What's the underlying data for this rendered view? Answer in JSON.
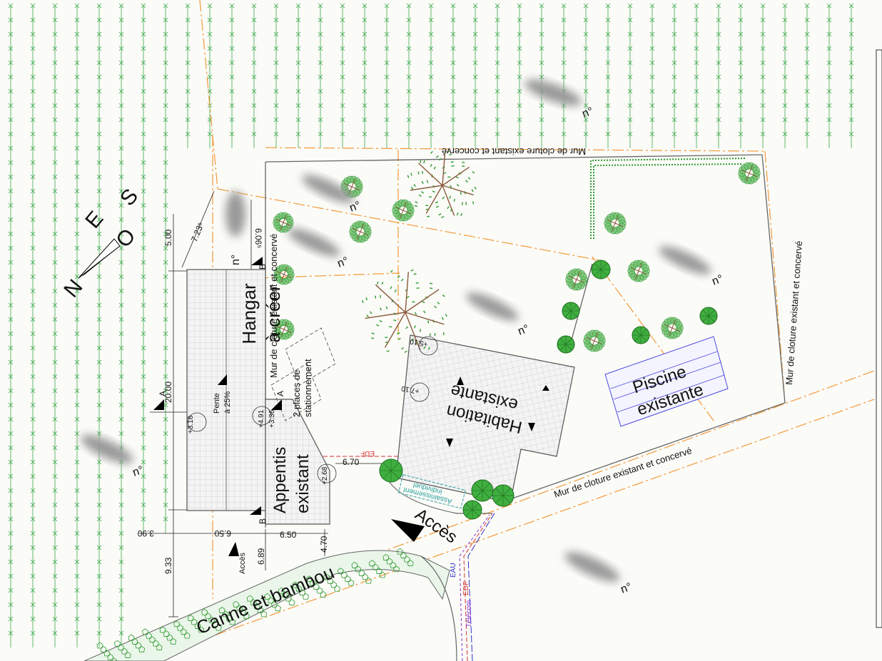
{
  "compass": {
    "n": "N",
    "s": "S",
    "e": "E",
    "o": "O"
  },
  "labels": {
    "hangar_line1": "Hangar",
    "hangar_line2": "à créer",
    "appentis_line1": "Appentis",
    "appentis_line2": "existant",
    "habitation_line1": "Habitation",
    "habitation_line2": "existante",
    "piscine_line1": "Piscine",
    "piscine_line2": "existante",
    "parking_line1": "2 places de",
    "parking_line2": "stationnement",
    "acces_main": "Accès",
    "acces_small": "Accès",
    "canne": "Canne et bambou",
    "mur_top": "Mur de cloture existant et concervé",
    "mur_left": "Mur de cloture existant et concervé",
    "mur_right": "Mur de cloture existant et concervé",
    "mur_bottom": "Mur de cloture existant et concervé",
    "assainissement_line1": "Assainissement",
    "assainissement_line2": "individuel",
    "edf": "EDF",
    "eau": "EAU",
    "telecom": "Télécom",
    "pente_line1": "Pente",
    "pente_line2": "à 25%",
    "section_a": "A",
    "section_b": "B",
    "lot_prefix": "n°"
  },
  "dimensions": {
    "d_500": "5.00",
    "d_723": "7.23⁵",
    "d_606": "6.06⁵",
    "d_2000": "20.00",
    "d_933": "9.33",
    "d_390": "3.90",
    "d_650a": "6.50",
    "d_650b": "6.50",
    "d_689": "6.89",
    "d_470": "4.70",
    "d_670": "6.70"
  },
  "levels": {
    "l_316": "+3.16",
    "l_491": "+4.91",
    "l_336": "+3.36",
    "l_268": "+2.68",
    "l_510": "+5.10",
    "l_710": "+7.10"
  },
  "colors": {
    "orange": "#f39a3a",
    "fence": "#666666",
    "tree_green": "#2f9a2f",
    "trunk": "#8a5a3a",
    "pool": "#4a4adf",
    "edf": "#d33333",
    "eau": "#3333cc",
    "telecom": "#8a33cc",
    "assain": "#2aa0a0",
    "field": "#3aa84a"
  }
}
